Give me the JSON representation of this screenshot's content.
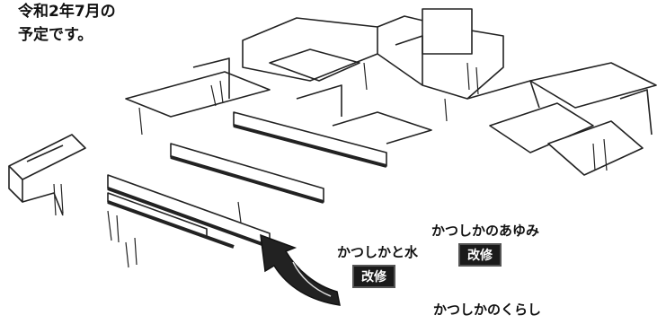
{
  "caption": {
    "line1": "令和2年7月の",
    "line2": "予定です。"
  },
  "zones": {
    "water": {
      "label": "かつしかと水",
      "badge": "改修"
    },
    "history": {
      "label": "かつしかのあゆみ",
      "badge": "改修"
    },
    "life": {
      "label": "かつしかのくらし"
    }
  },
  "colors": {
    "ink": "#1a1a1a",
    "paper": "#ffffff",
    "arrow": "#222222"
  }
}
